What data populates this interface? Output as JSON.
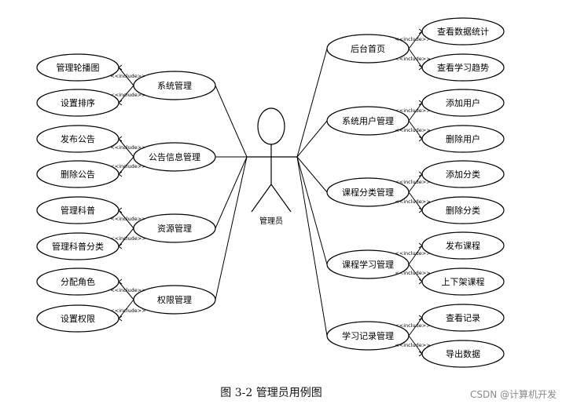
{
  "actor": {
    "label": "管理员"
  },
  "include_label": "<<include>>",
  "left_groups": [
    {
      "name": "系统管理",
      "subs": [
        "管理轮播图",
        "设置排序"
      ]
    },
    {
      "name": "公告信息管理",
      "subs": [
        "发布公告",
        "删除公告"
      ]
    },
    {
      "name": "资源管理",
      "subs": [
        "管理科普",
        "管理科普分类"
      ]
    },
    {
      "name": "权限管理",
      "subs": [
        "分配角色",
        "设置权限"
      ]
    }
  ],
  "right_groups": [
    {
      "name": "后台首页",
      "subs": [
        "查看数据统计",
        "查看学习趋势"
      ]
    },
    {
      "name": "系统用户管理",
      "subs": [
        "添加用户",
        "删除用户"
      ]
    },
    {
      "name": "课程分类管理",
      "subs": [
        "添加分类",
        "删除分类"
      ]
    },
    {
      "name": "课程学习管理",
      "subs": [
        "发布课程",
        "上下架课程"
      ]
    },
    {
      "name": "学习记录管理",
      "subs": [
        "查看记录",
        "导出数据"
      ]
    }
  ],
  "caption": "图 3-2 管理员用例图",
  "watermark": "CSDN @计算机开发"
}
